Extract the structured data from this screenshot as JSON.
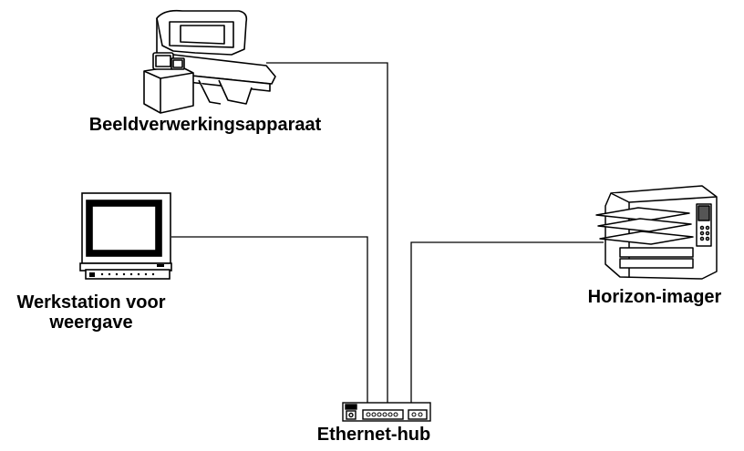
{
  "diagram": {
    "nodes": {
      "imaging_device": {
        "label": "Beeldverwerkingsapparaat",
        "icon": "mri-scanner-icon"
      },
      "workstation": {
        "label_line1": "Werkstation voor",
        "label_line2": "weergave",
        "icon": "workstation-monitor-icon"
      },
      "imager": {
        "label": "Horizon-imager",
        "icon": "printer-imager-icon"
      },
      "hub": {
        "label": "Ethernet-hub",
        "icon": "ethernet-hub-icon"
      }
    },
    "colors": {
      "line": "#000000",
      "background": "#ffffff"
    }
  }
}
